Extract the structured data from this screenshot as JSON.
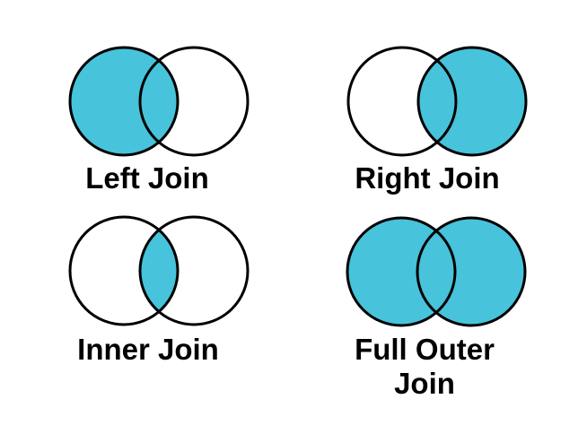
{
  "canvas": {
    "background_color": "#ffffff"
  },
  "colors": {
    "shaded_fill": "#47C3DB",
    "unshaded_fill": "#ffffff",
    "outline": "#000000",
    "label_text": "#000000"
  },
  "diagrams": [
    {
      "id": "left-join",
      "label": "Left Join",
      "shaded_regions": [
        "left-circle",
        "intersection"
      ]
    },
    {
      "id": "right-join",
      "label": "Right Join",
      "shaded_regions": [
        "right-circle",
        "intersection"
      ]
    },
    {
      "id": "inner-join",
      "label": "Inner Join",
      "shaded_regions": [
        "intersection"
      ]
    },
    {
      "id": "full-outer-join",
      "label": "Full Outer\nJoin",
      "shaded_regions": [
        "left-circle",
        "right-circle",
        "intersection"
      ]
    }
  ]
}
